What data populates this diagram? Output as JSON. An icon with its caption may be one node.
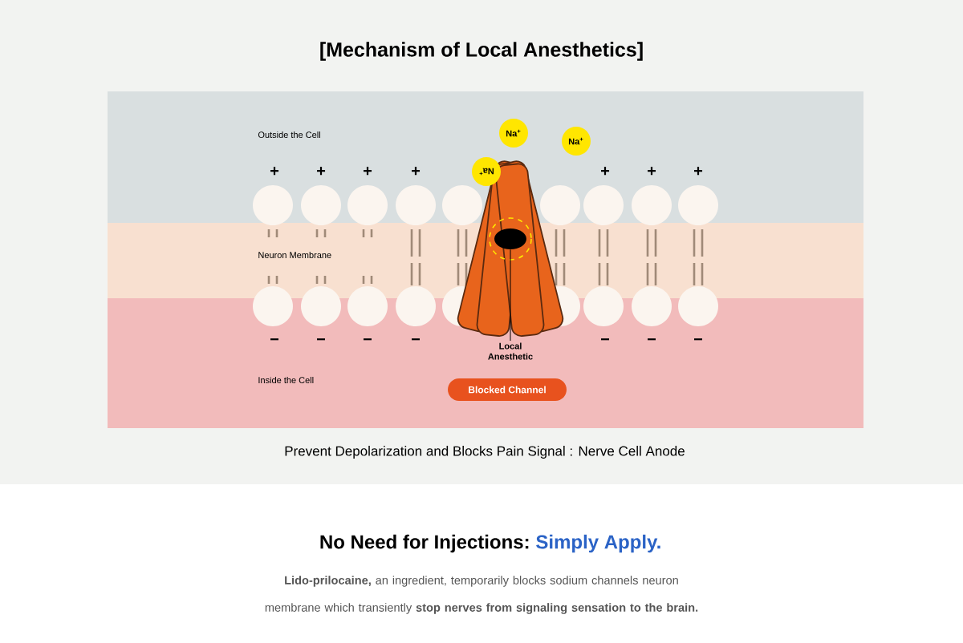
{
  "diagram": {
    "title": "[Mechanism of Local Anesthetics]",
    "nodes": [
      {
        "text": [
          "Na$^{+}$"
        ]
      },
      {
        "text": [
          "Na$^{+}$"
        ]
      },
      {
        "text": [
          "Na$^{+}$"
        ]
      },
      {
        "text": [
          "Local Anesthetic"
        ]
      },
      {
        "text": [],
        "shape": "circle"
      },
      {
        "text": [
          "Blocked Channel"
        ]
      }
    ],
    "edges": [
      {
        "from": 3,
        "to": 4,
        "arrow": "none"
      }
    ],
    "labels": [
      "Outside the Cell",
      "+",
      "+",
      "+",
      "+",
      "+",
      "+",
      "+",
      "Neuron Membrane",
      "−",
      "−",
      "−",
      "−",
      "−",
      "−",
      "−",
      "Inside the Cell",
      "Prevent Depolarization and Blocks Pain Signal : Nerve Cell Anode",
      "No Need for Injections:",
      "Simply Apply.",
      "**Lido-prilocaine,** an ingredient, temporarily blocks sodium channels neuron membrane which transiently **stop nerves from signaling sensation to the brain.**"
    ]
  }
}
